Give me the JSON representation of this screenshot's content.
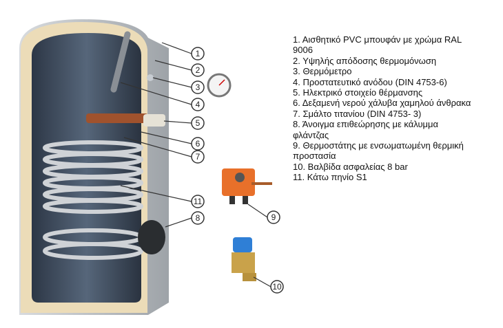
{
  "legend": [
    "1. Αισθητικό PVC μπουφάν με χρώμα RAL 9006",
    "2. Υψηλής απόδοσης θερμομόνωση",
    "3. Θερμόμετρο",
    "4. Προστατευτικό ανόδου (DIN 4753-6)",
    "5. Ηλεκτρικό στοιχείο θέρμανσης",
    "6. Δεξαμενή νερού χάλυβα χαμηλού άνθρακα",
    "7. Σμάλτο τιτανίου (DIN 4753- 3)",
    "8. Άνοιγμα επιθεώρησης με κάλυμμα φλάντζας",
    "9. Θερμοστάτης με ενσωματωμένη θερμική προστασία",
    "10. Βαλβίδα ασφαλείας 8 bar",
    "11. Κάτω πηνίο S1"
  ],
  "callouts": [
    "1",
    "2",
    "3",
    "4",
    "5",
    "6",
    "7",
    "8",
    "9",
    "10",
    "11"
  ],
  "colors": {
    "tank": "#3a4656",
    "insulation": "#ecdcb8",
    "jacket": "#b9bdc2",
    "coil": "#c9ccd0",
    "thermostat": "#e8702a",
    "valve_cap": "#2f7fd6",
    "brass": "#c9a24a"
  }
}
